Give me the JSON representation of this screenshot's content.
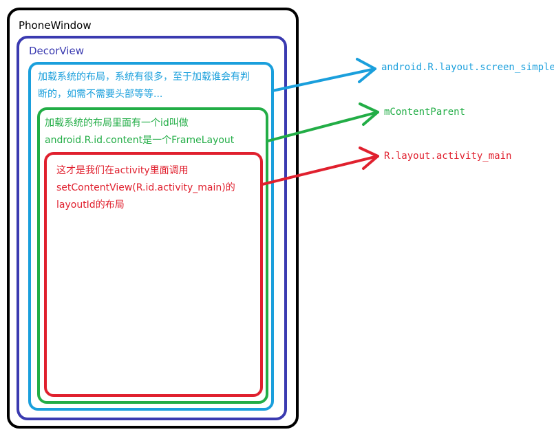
{
  "phone_window": {
    "title": "PhoneWindow",
    "color": "#000000"
  },
  "decor_view": {
    "title": "DecorView",
    "color": "#3a3ab0"
  },
  "screen_layout": {
    "lines": [
      "加载系统的布局，系统有很多，至于加载谁会有判",
      "断的，如需不需要头部等等..."
    ],
    "target": "android.R.layout.screen_simple",
    "color": "#1a9fdc"
  },
  "content_parent": {
    "lines": [
      "加载系统的布局里面有一个id叫做",
      "android.R.id.content是一个FrameLayout"
    ],
    "target": "mContentParent",
    "color": "#22ad46"
  },
  "activity_layout": {
    "lines": [
      "这才是我们在activity里面调用",
      "setContentView(R.id.activity_main)的",
      "layoutId的布局"
    ],
    "target": "R.layout.activity_main",
    "color": "#e0202e"
  }
}
